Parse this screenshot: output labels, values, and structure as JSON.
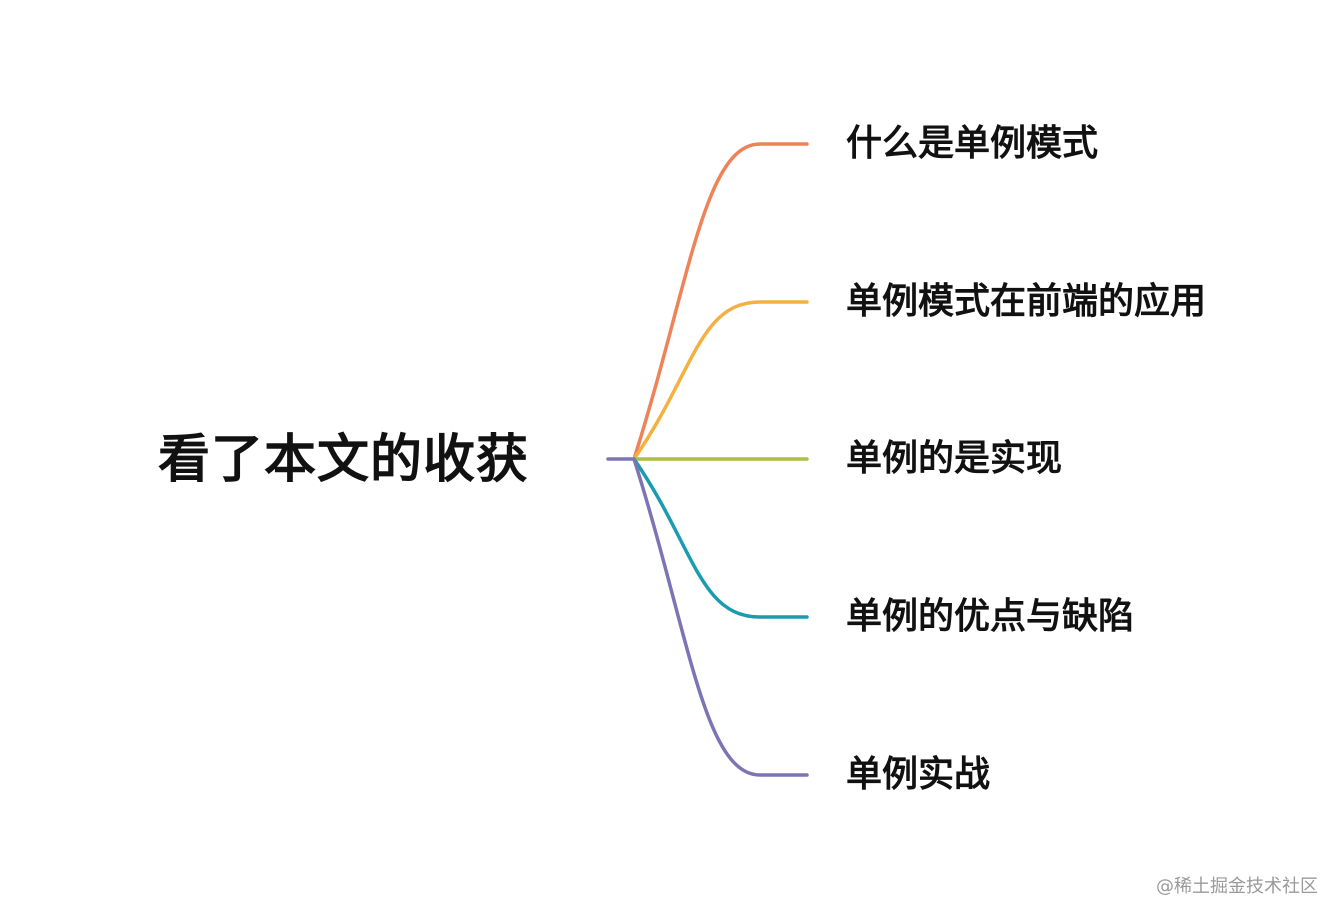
{
  "root": {
    "label": "看了本文的收获",
    "connector_color": "#7b74b5"
  },
  "branches": [
    {
      "label": "什么是单例模式",
      "color": "#ee8259"
    },
    {
      "label": "单例模式在前端的应用",
      "color": "#f4b040"
    },
    {
      "label": "单例的是实现",
      "color": "#aebf3f"
    },
    {
      "label": "单例的优点与缺陷",
      "color": "#1a9bb0"
    },
    {
      "label": "单例实战",
      "color": "#7b74b5"
    }
  ],
  "watermark": "@稀土掘金技术社区"
}
